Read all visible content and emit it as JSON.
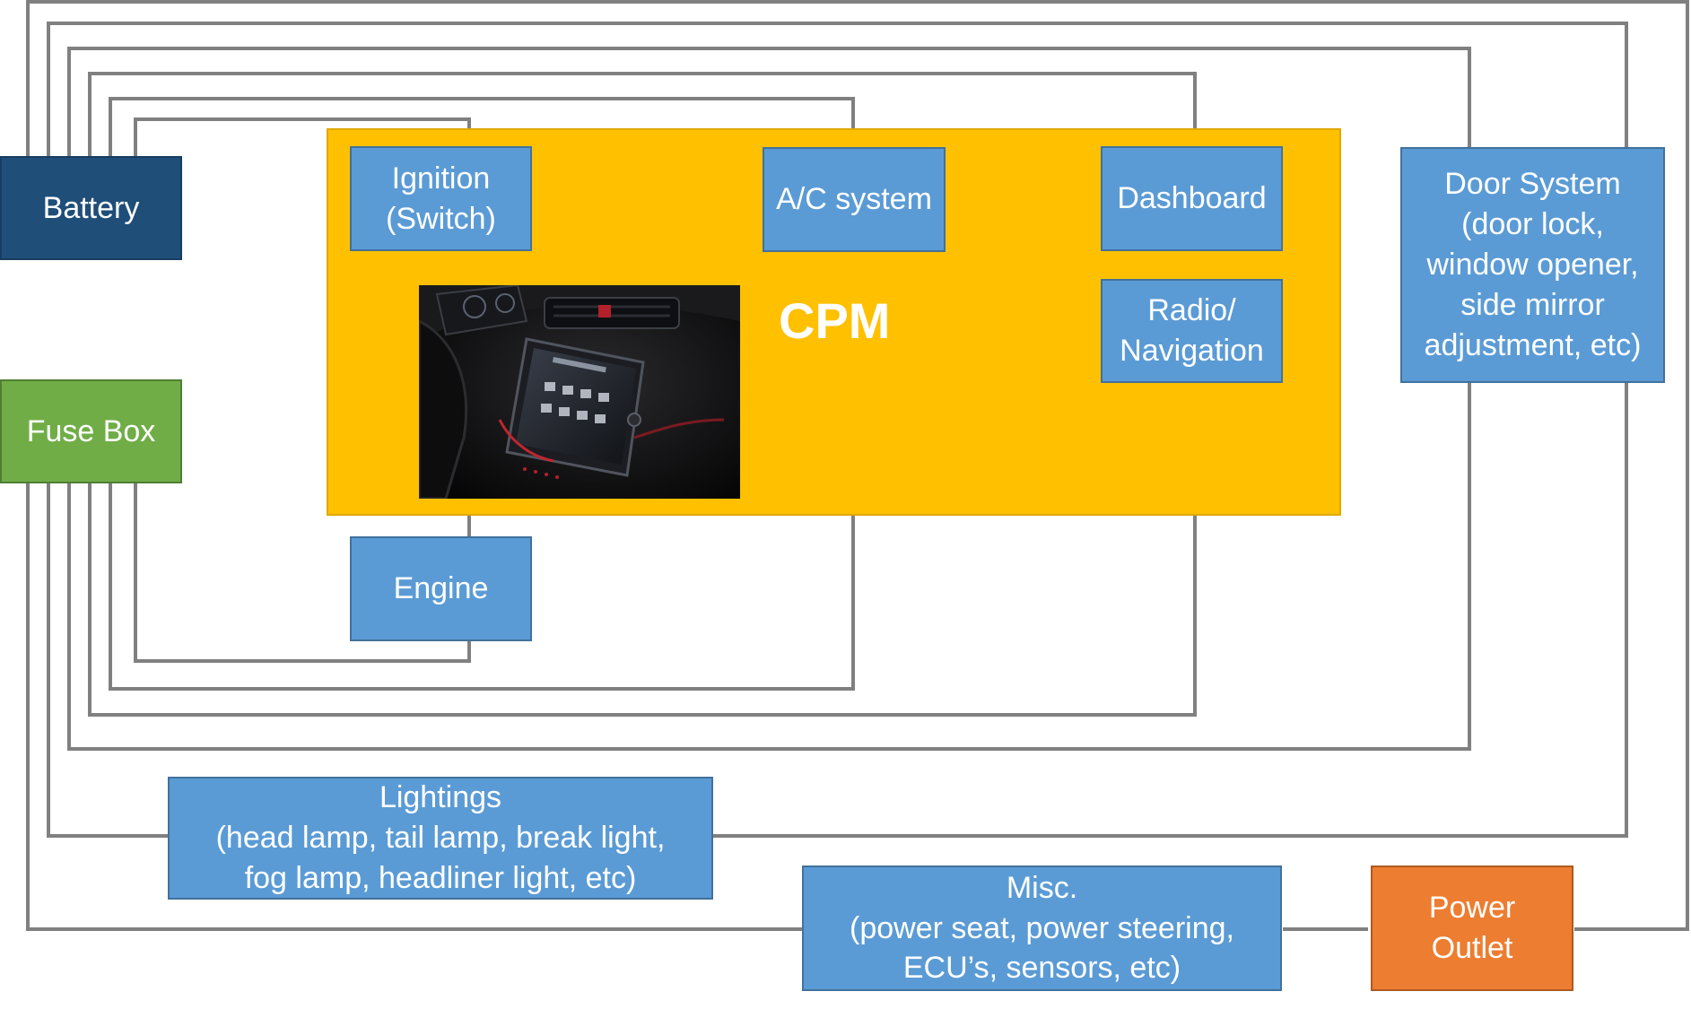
{
  "cpm": {
    "label": "CPM"
  },
  "boxes": {
    "battery": "Battery",
    "fuse_box": "Fuse Box",
    "ignition": "Ignition\n(Switch)",
    "ac_system": "A/C system",
    "dashboard": "Dashboard",
    "radio_navigation": "Radio/\nNavigation",
    "door_system": "Door System\n(door lock,\nwindow opener,\nside mirror\nadjustment, etc)",
    "engine": "Engine",
    "lightings": "Lightings\n(head lamp, tail lamp, break light,\nfog lamp, headliner light, etc)",
    "misc": "Misc.\n(power seat, power steering,\nECU’s, sensors, etc)",
    "power_outlet": "Power\nOutlet"
  },
  "colors": {
    "component_blue": "#5b9bd5",
    "battery_navy": "#1f4e79",
    "fuse_green": "#70ad47",
    "cpm_yellow": "#ffc000",
    "outlet_orange": "#ed7d31",
    "wire_gray": "#808080"
  },
  "photo": {
    "subject": "car-dashboard-infotainment-photo"
  }
}
